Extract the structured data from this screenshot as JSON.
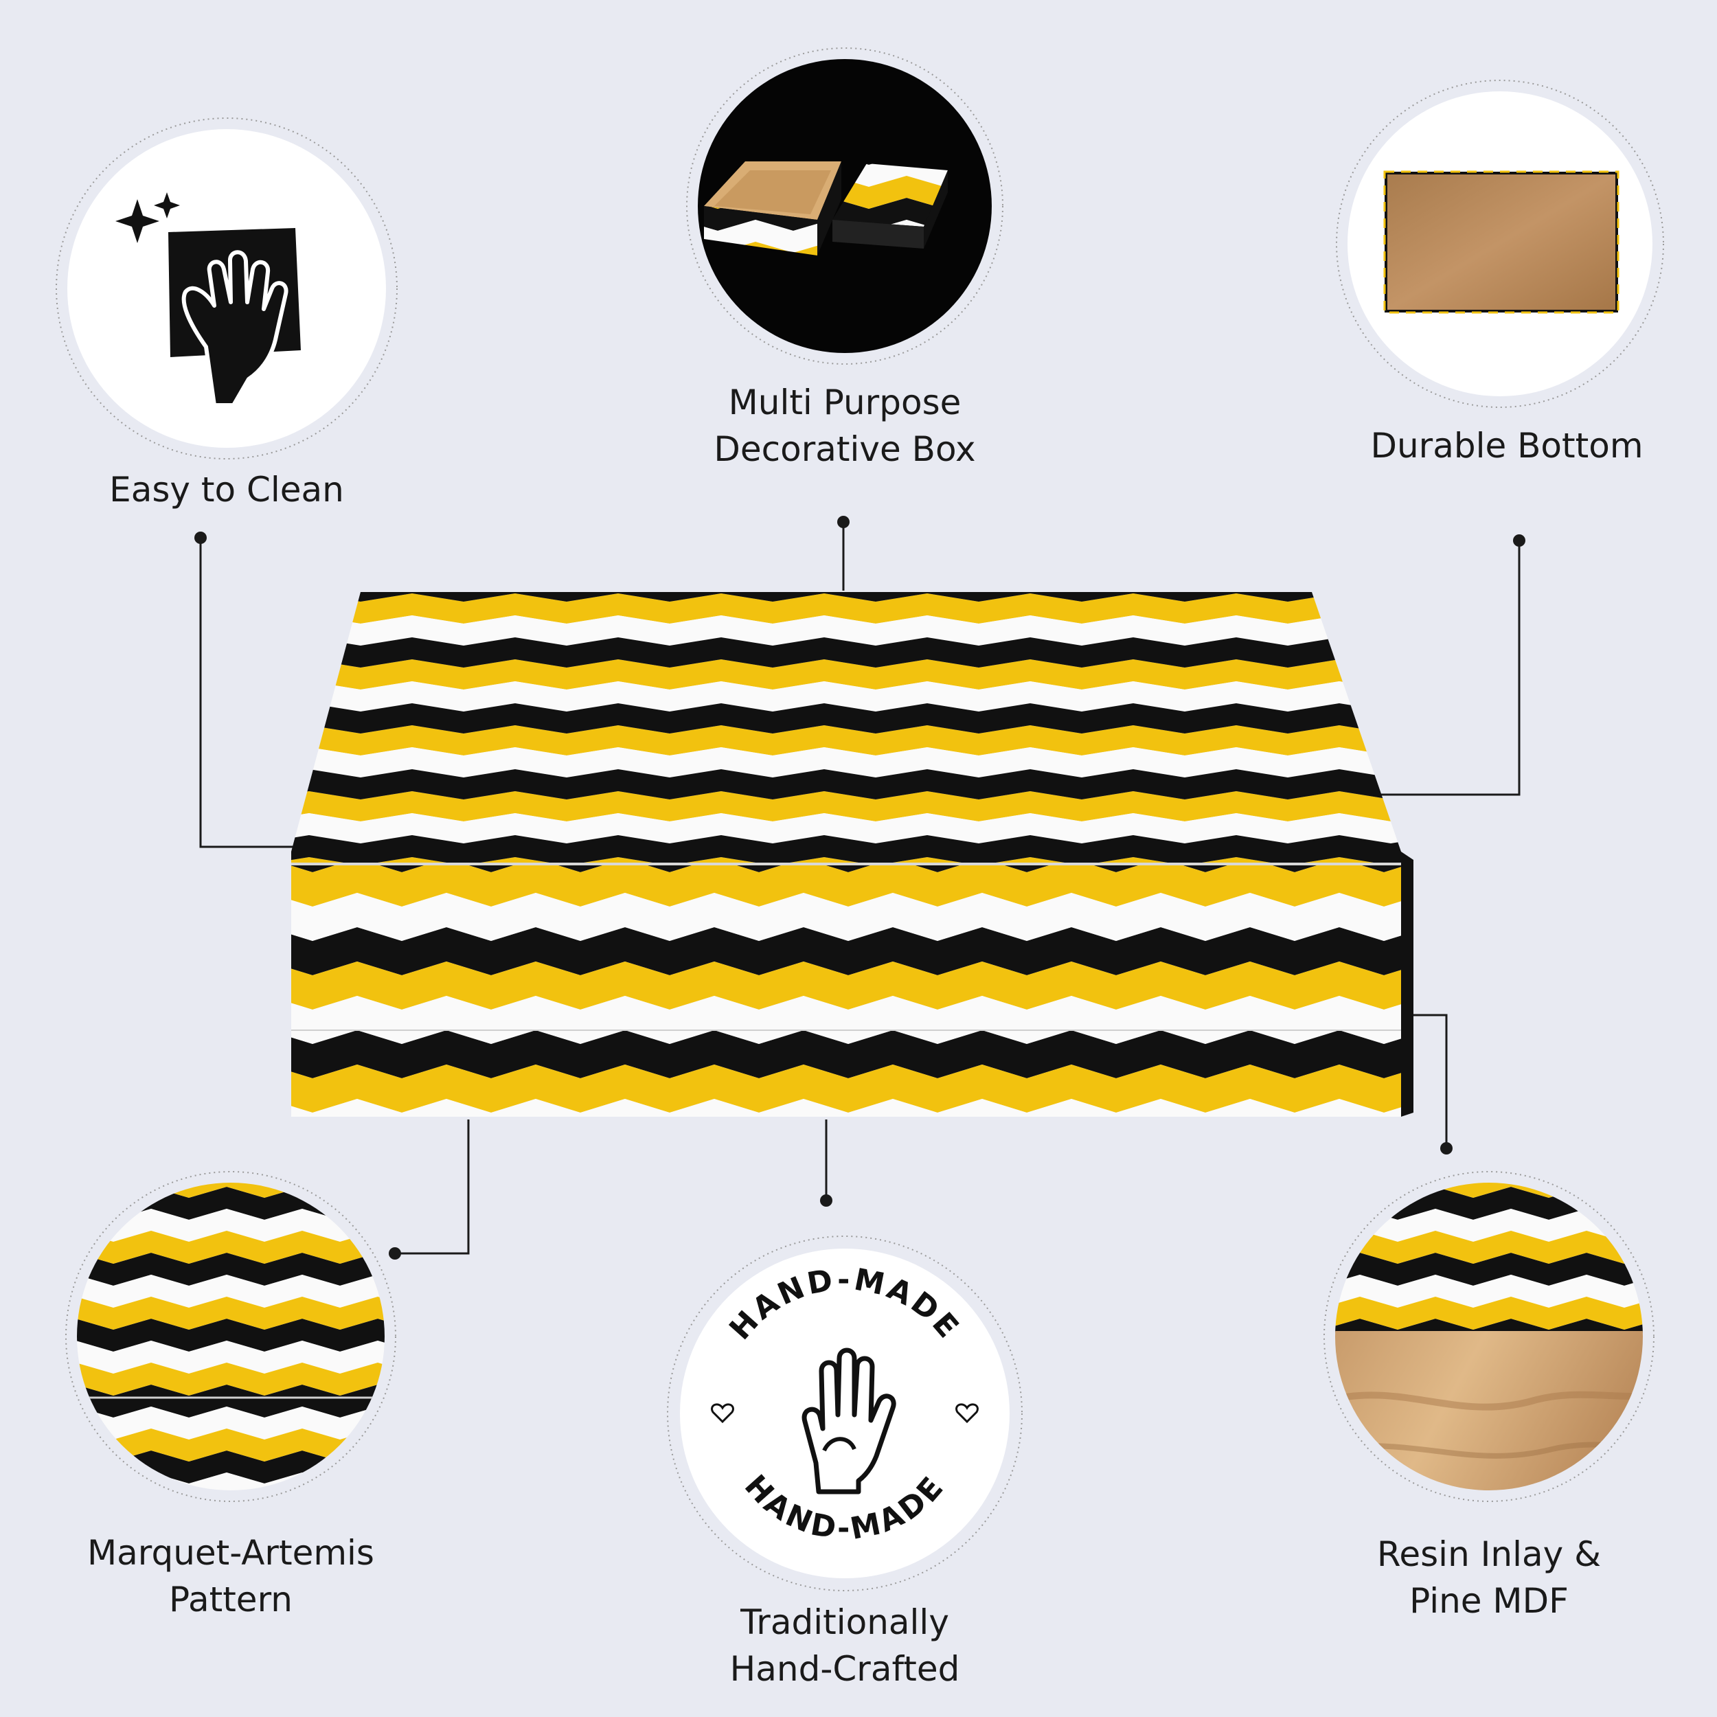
{
  "colors": {
    "background": "#e8eaf2",
    "yellow": "#f2c20f",
    "black": "#111111",
    "white": "#fafafa",
    "wood": "#b88a5a",
    "ink": "#1a1a1a"
  },
  "features": {
    "easy_clean": {
      "icon": "wiping-hand-icon",
      "label": "Easy to Clean"
    },
    "multi_purpose": {
      "icon": "open-box-photo",
      "line1": "Multi Purpose",
      "line2": "Decorative Box"
    },
    "durable_bottom": {
      "icon": "wooden-bottom-photo",
      "label": "Durable Bottom"
    },
    "marquet": {
      "icon": "chevron-pattern-closeup",
      "line1": "Marquet-Artemis",
      "line2": "Pattern"
    },
    "handcrafted": {
      "icon": "hand-made-stamp-icon",
      "stamp_top": "HAND-MADE",
      "stamp_bottom": "HAND-MADE",
      "line1": "Traditionally",
      "line2": "Hand-Crafted"
    },
    "resin": {
      "icon": "resin-and-wood-closeup",
      "line1": "Resin Inlay &",
      "line2": "Pine MDF"
    }
  }
}
